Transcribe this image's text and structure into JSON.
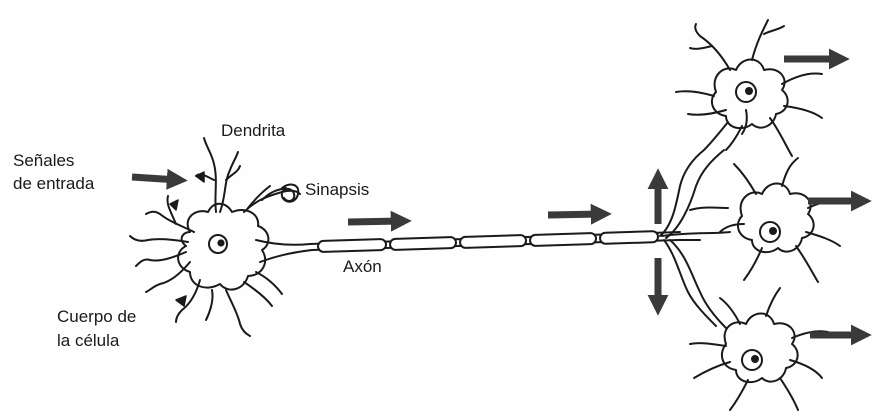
{
  "labels": {
    "dendrite": "Dendrita",
    "input_line1": "Señales",
    "input_line2": "de entrada",
    "synapse": "Sinapsis",
    "axon": "Axón",
    "body_line1": "Cuerpo de",
    "body_line2": "la célula"
  },
  "colors": {
    "ink": "#1a1a1a",
    "arrow": "#3a3a3a",
    "background": "#fefefe"
  },
  "icons": [
    "signal-arrow",
    "nucleus",
    "axon-segment"
  ]
}
